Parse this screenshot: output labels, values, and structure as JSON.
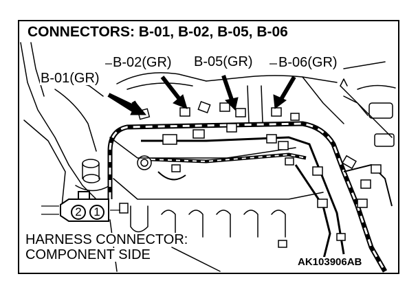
{
  "title": "CONNECTORS: B-01, B-02, B-05, B-06",
  "connectors": [
    {
      "label": "B-01(GR)"
    },
    {
      "label": "B-02(GR)"
    },
    {
      "label": "B-05(GR)"
    },
    {
      "label": "B-06(GR)"
    }
  ],
  "harness_note": {
    "line1": "HARNESS CONNECTOR:",
    "line2": "COMPONENT SIDE"
  },
  "pins": [
    "2",
    "1"
  ],
  "figure_code": "AK103906AB"
}
